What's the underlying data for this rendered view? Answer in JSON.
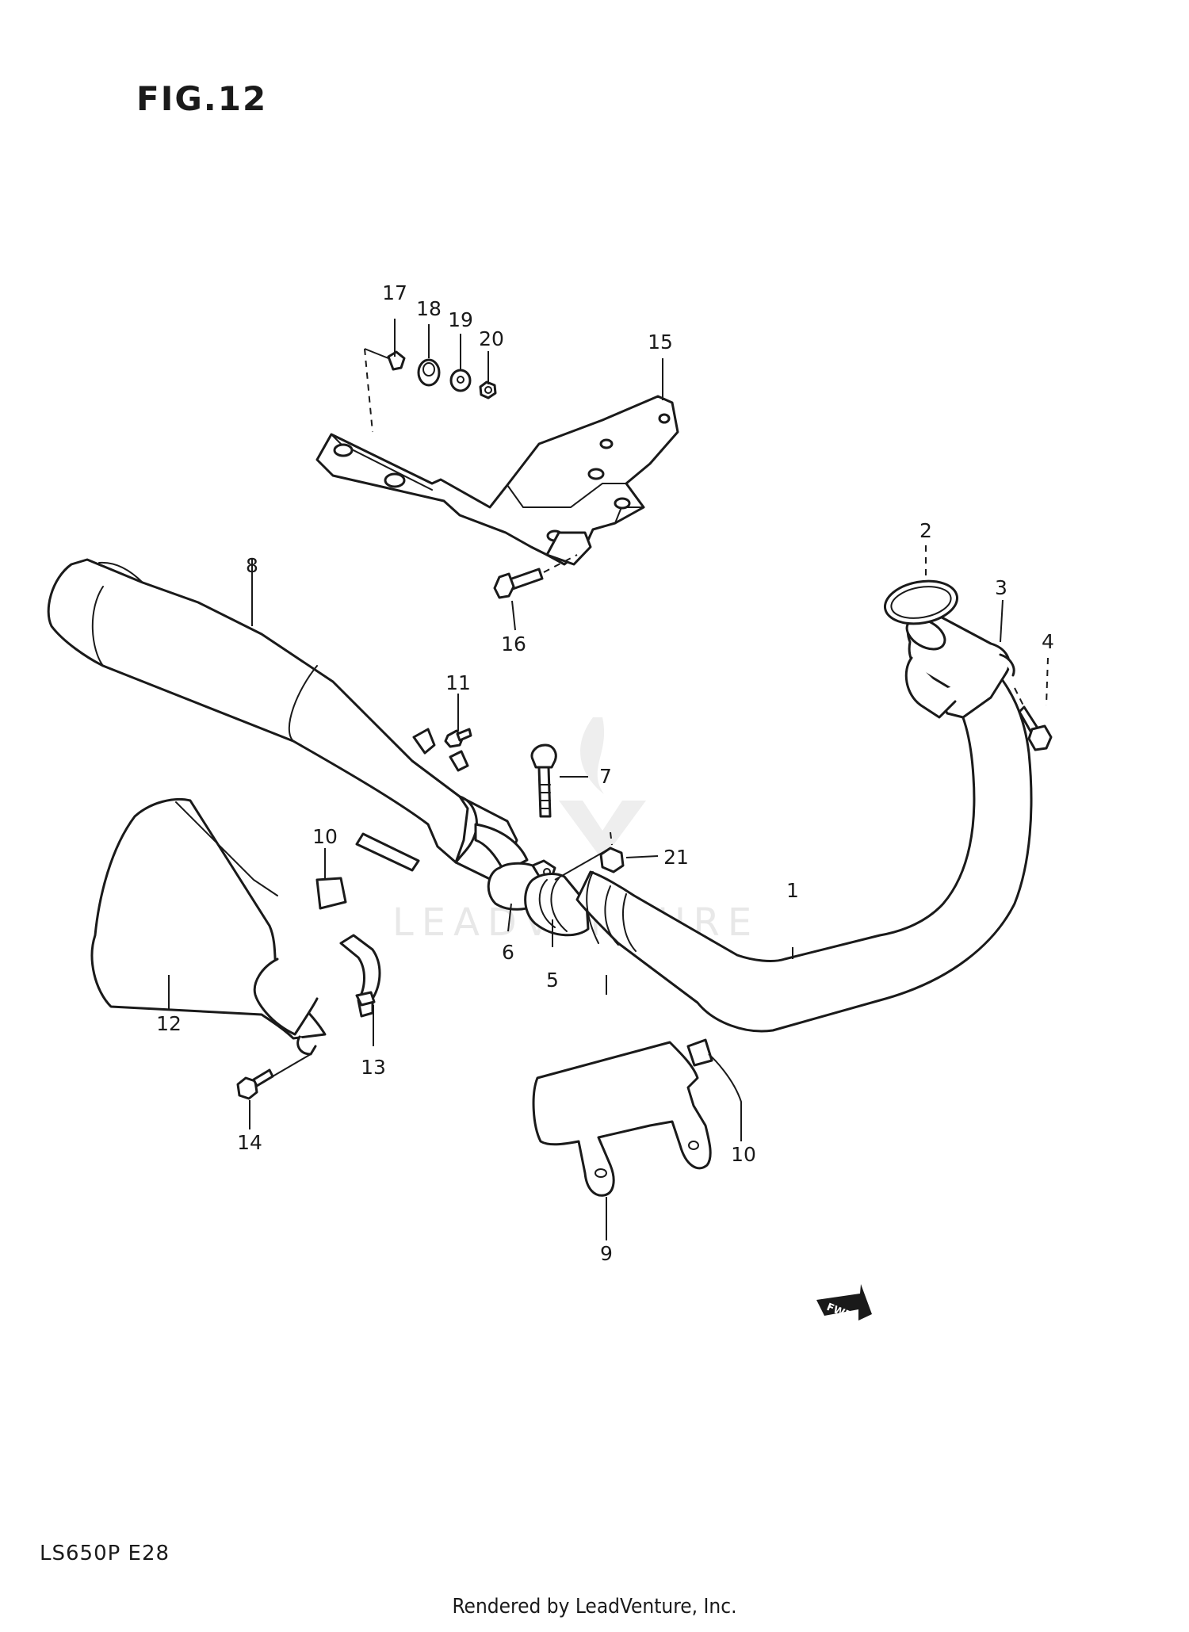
{
  "figure": {
    "title": "FIG.12"
  },
  "model_code": "LS650P  E28",
  "credit": "Rendered by LeadVenture, Inc.",
  "watermark": {
    "text": "LEADVENTURE",
    "color": "#e6e6e6"
  },
  "forward_badge": {
    "label": "FWD",
    "icon": "forward-arrow-icon"
  },
  "callouts": [
    {
      "id": "1",
      "label": "1"
    },
    {
      "id": "2",
      "label": "2"
    },
    {
      "id": "3",
      "label": "3"
    },
    {
      "id": "4",
      "label": "4"
    },
    {
      "id": "5",
      "label": "5"
    },
    {
      "id": "6",
      "label": "6"
    },
    {
      "id": "7",
      "label": "7"
    },
    {
      "id": "8",
      "label": "8"
    },
    {
      "id": "9",
      "label": "9"
    },
    {
      "id": "10a",
      "label": "10"
    },
    {
      "id": "10b",
      "label": "10"
    },
    {
      "id": "11",
      "label": "11"
    },
    {
      "id": "12",
      "label": "12"
    },
    {
      "id": "13",
      "label": "13"
    },
    {
      "id": "14",
      "label": "14"
    },
    {
      "id": "15",
      "label": "15"
    },
    {
      "id": "16",
      "label": "16"
    },
    {
      "id": "17",
      "label": "17"
    },
    {
      "id": "18",
      "label": "18"
    },
    {
      "id": "19",
      "label": "19"
    },
    {
      "id": "20",
      "label": "20"
    },
    {
      "id": "21",
      "label": "21"
    }
  ],
  "colors": {
    "line": "#1a1a1a",
    "background": "#ffffff"
  }
}
